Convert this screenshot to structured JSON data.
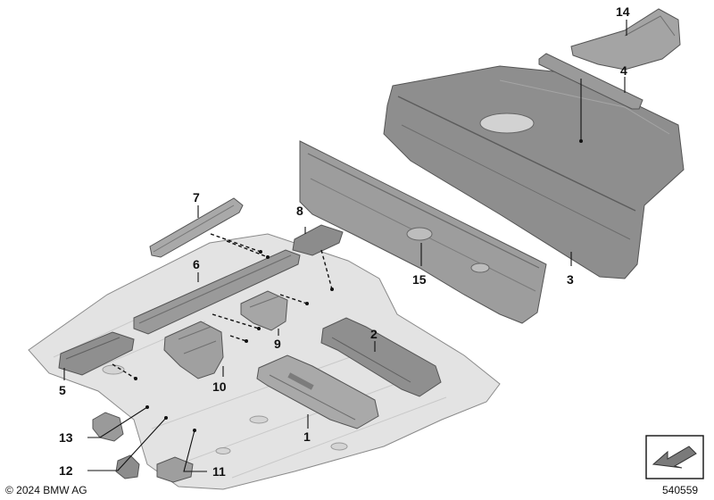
{
  "diagram": {
    "callouts": {
      "c1": "1",
      "c2": "2",
      "c3": "3",
      "c4": "4",
      "c5": "5",
      "c6": "6",
      "c7": "7",
      "c8": "8",
      "c9": "9",
      "c10": "10",
      "c11": "11",
      "c12": "12",
      "c13": "13",
      "c14": "14",
      "c15": "15"
    },
    "copyright": "© 2024 BMW AG",
    "diagram_number": "540559"
  },
  "colors": {
    "floor_light": "#e3e3e3",
    "part_mid": "#a9a9a9",
    "part_dark": "#6e6e6e",
    "outline": "#555555",
    "text": "#111111"
  }
}
